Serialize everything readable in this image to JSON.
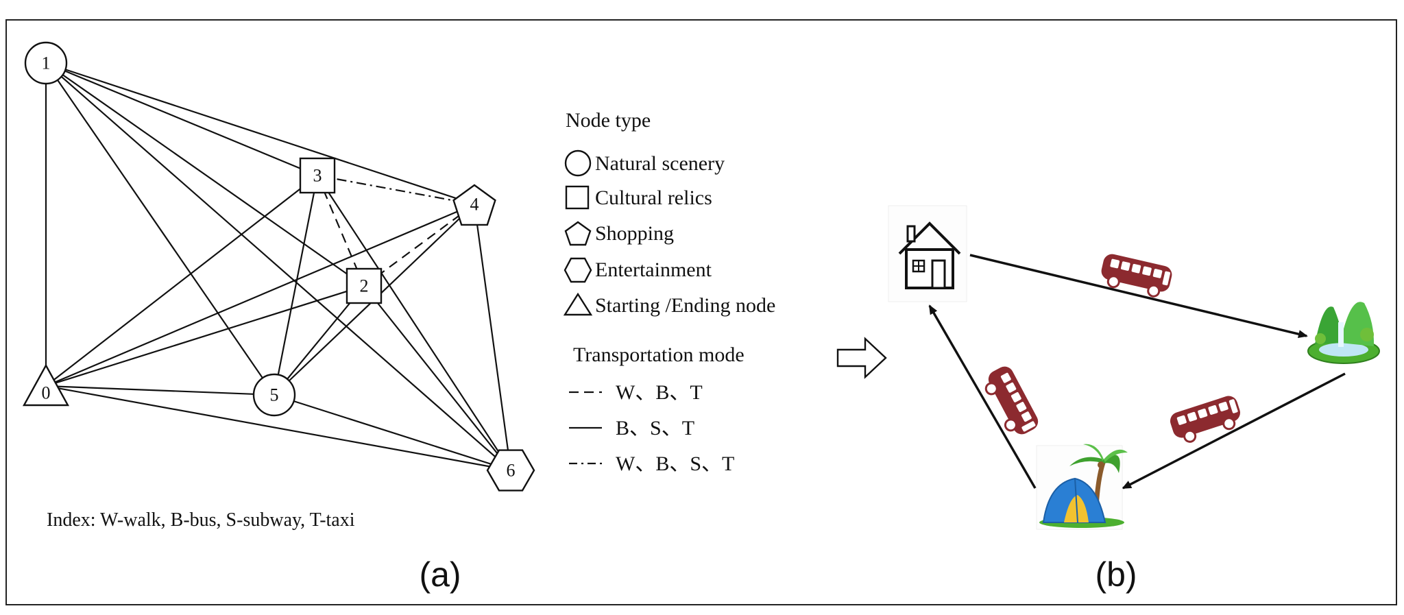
{
  "panel_a": {
    "label": "(a)",
    "nodes": [
      {
        "id": "1",
        "type": "circle"
      },
      {
        "id": "0",
        "type": "triangle"
      },
      {
        "id": "3",
        "type": "square"
      },
      {
        "id": "4",
        "type": "pentagon"
      },
      {
        "id": "2",
        "type": "square"
      },
      {
        "id": "5",
        "type": "circle"
      },
      {
        "id": "6",
        "type": "hexagon"
      }
    ],
    "edges": [
      {
        "from": "1",
        "to": "0",
        "mode": "solid"
      },
      {
        "from": "1",
        "to": "3",
        "mode": "solid"
      },
      {
        "from": "1",
        "to": "4",
        "mode": "solid"
      },
      {
        "from": "1",
        "to": "2",
        "mode": "solid"
      },
      {
        "from": "1",
        "to": "5",
        "mode": "solid"
      },
      {
        "from": "1",
        "to": "6",
        "mode": "solid"
      },
      {
        "from": "0",
        "to": "3",
        "mode": "solid"
      },
      {
        "from": "0",
        "to": "4",
        "mode": "solid"
      },
      {
        "from": "0",
        "to": "2",
        "mode": "solid"
      },
      {
        "from": "0",
        "to": "5",
        "mode": "solid"
      },
      {
        "from": "0",
        "to": "6",
        "mode": "solid"
      },
      {
        "from": "3",
        "to": "5",
        "mode": "solid"
      },
      {
        "from": "3",
        "to": "6",
        "mode": "solid"
      },
      {
        "from": "3",
        "to": "2",
        "mode": "dashed"
      },
      {
        "from": "3",
        "to": "4",
        "mode": "dashdot"
      },
      {
        "from": "2",
        "to": "4",
        "mode": "dashed"
      },
      {
        "from": "2",
        "to": "5",
        "mode": "solid"
      },
      {
        "from": "2",
        "to": "6",
        "mode": "solid"
      },
      {
        "from": "4",
        "to": "5",
        "mode": "solid"
      },
      {
        "from": "4",
        "to": "6",
        "mode": "solid"
      },
      {
        "from": "5",
        "to": "6",
        "mode": "solid"
      }
    ],
    "legend": {
      "node_type_title": "Node type",
      "node_types": [
        {
          "shape": "circle",
          "label": "Natural scenery"
        },
        {
          "shape": "square",
          "label": "Cultural relics"
        },
        {
          "shape": "pentagon",
          "label": "Shopping"
        },
        {
          "shape": "hexagon",
          "label": "Entertainment"
        },
        {
          "shape": "triangle",
          "label": "Starting /Ending node"
        }
      ],
      "transport_title": "Transportation mode",
      "transport_modes": [
        {
          "line": "dashed",
          "label": "W、B、T"
        },
        {
          "line": "solid",
          "label": "B、S、T"
        },
        {
          "line": "dashdot",
          "label": "W、B、S、T"
        }
      ]
    },
    "index_note": "Index: W-walk, B-bus, S-subway, T-taxi"
  },
  "panel_b": {
    "label": "(b)",
    "icons": [
      "house-icon",
      "waterfall-scenery-icon",
      "tent-palm-icon",
      "bus-icon"
    ],
    "colors": {
      "bus": "#8c2a2f",
      "grass": "#4caf2f",
      "tent": "#2a7fd4"
    }
  }
}
